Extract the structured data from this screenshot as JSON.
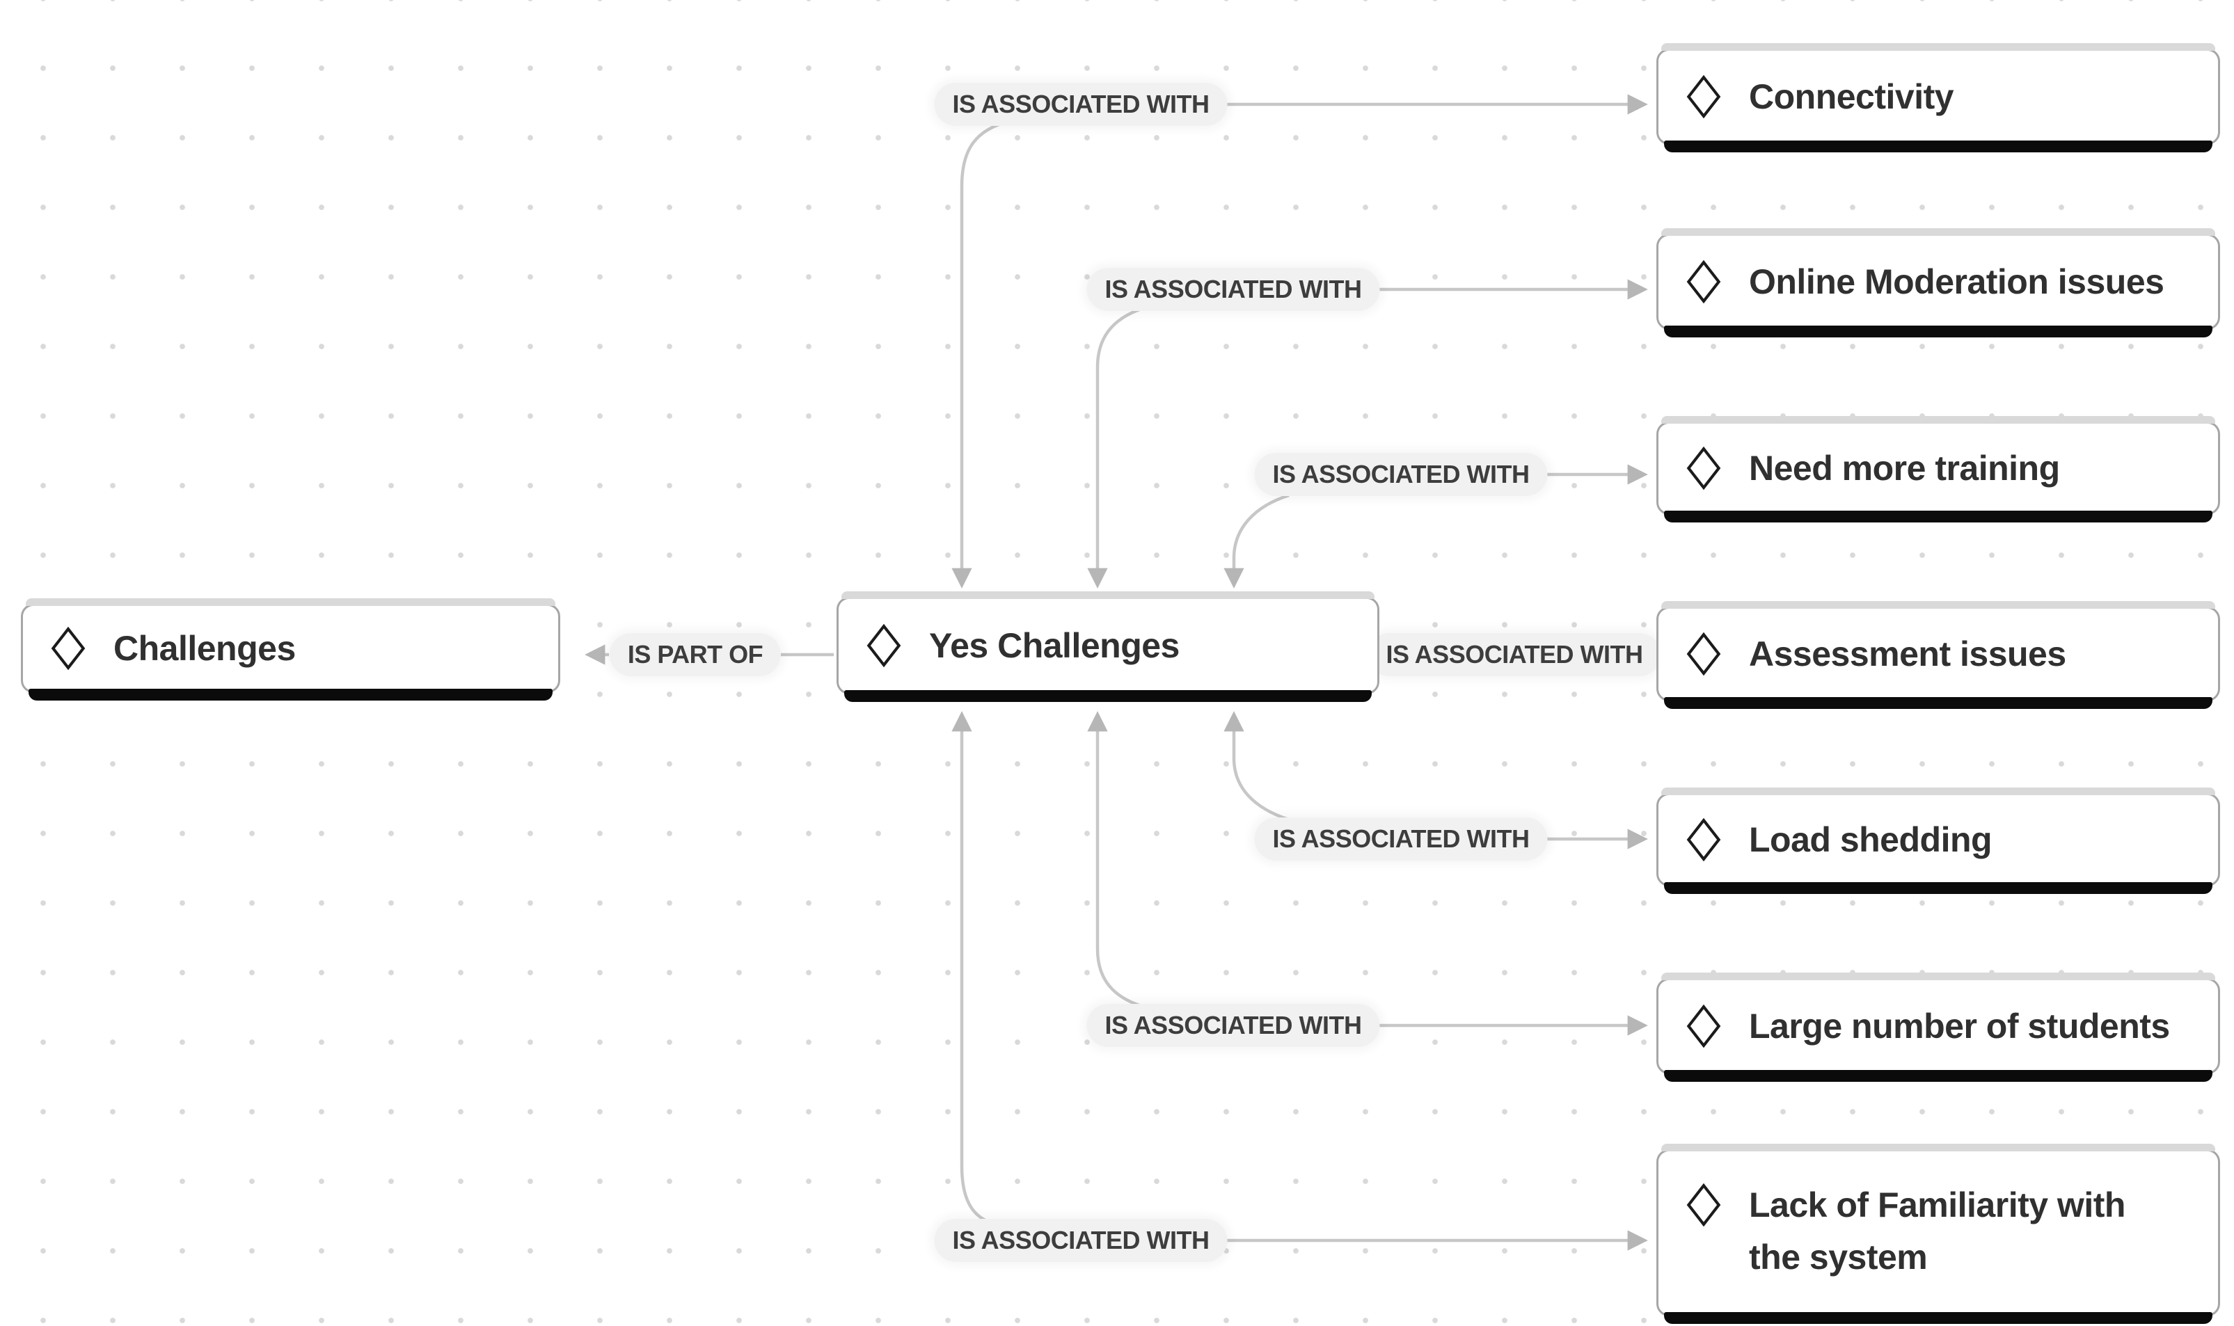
{
  "app": {
    "view": "code network diagram",
    "canvas_background": "#ffffff",
    "dot_grid_color": "#d9d9d9"
  },
  "colors": {
    "line": "#c7c7c7",
    "arrowhead": "#b6b6b6",
    "node_border": "#a6a6a6",
    "node_top_shadow": "#d9d9d9",
    "node_bottom_bar": "#0b0b0b",
    "node_text": "#303030",
    "pill_background": "#f1f1f1",
    "pill_text": "#3d3d3d"
  },
  "nodes": [
    {
      "id": "challenges",
      "label": "Challenges"
    },
    {
      "id": "yes-challenges",
      "label": "Yes Challenges"
    },
    {
      "id": "connectivity",
      "label": "Connectivity"
    },
    {
      "id": "online-moderation",
      "label": "Online Moderation issues"
    },
    {
      "id": "need-training",
      "label": "Need more training"
    },
    {
      "id": "assessment",
      "label": "Assessment issues"
    },
    {
      "id": "load-shedding",
      "label": "Load shedding"
    },
    {
      "id": "large-number",
      "label": "Large number of students"
    },
    {
      "id": "lack-familiarity",
      "label": "Lack of Familiarity with the system"
    }
  ],
  "links": [
    {
      "label": "IS PART OF",
      "from": "Yes Challenges",
      "to": "Challenges"
    },
    {
      "label": "IS ASSOCIATED WITH",
      "from": "Yes Challenges",
      "to": "Connectivity"
    },
    {
      "label": "IS ASSOCIATED WITH",
      "from": "Yes Challenges",
      "to": "Online Moderation issues"
    },
    {
      "label": "IS ASSOCIATED WITH",
      "from": "Yes Challenges",
      "to": "Need more training"
    },
    {
      "label": "IS ASSOCIATED WITH",
      "from": "Yes Challenges",
      "to": "Assessment issues"
    },
    {
      "label": "IS ASSOCIATED WITH",
      "from": "Yes Challenges",
      "to": "Load shedding"
    },
    {
      "label": "IS ASSOCIATED WITH",
      "from": "Yes Challenges",
      "to": "Large number of students"
    },
    {
      "label": "IS ASSOCIATED WITH",
      "from": "Yes Challenges",
      "to": "Lack of Familiarity with the system"
    }
  ]
}
